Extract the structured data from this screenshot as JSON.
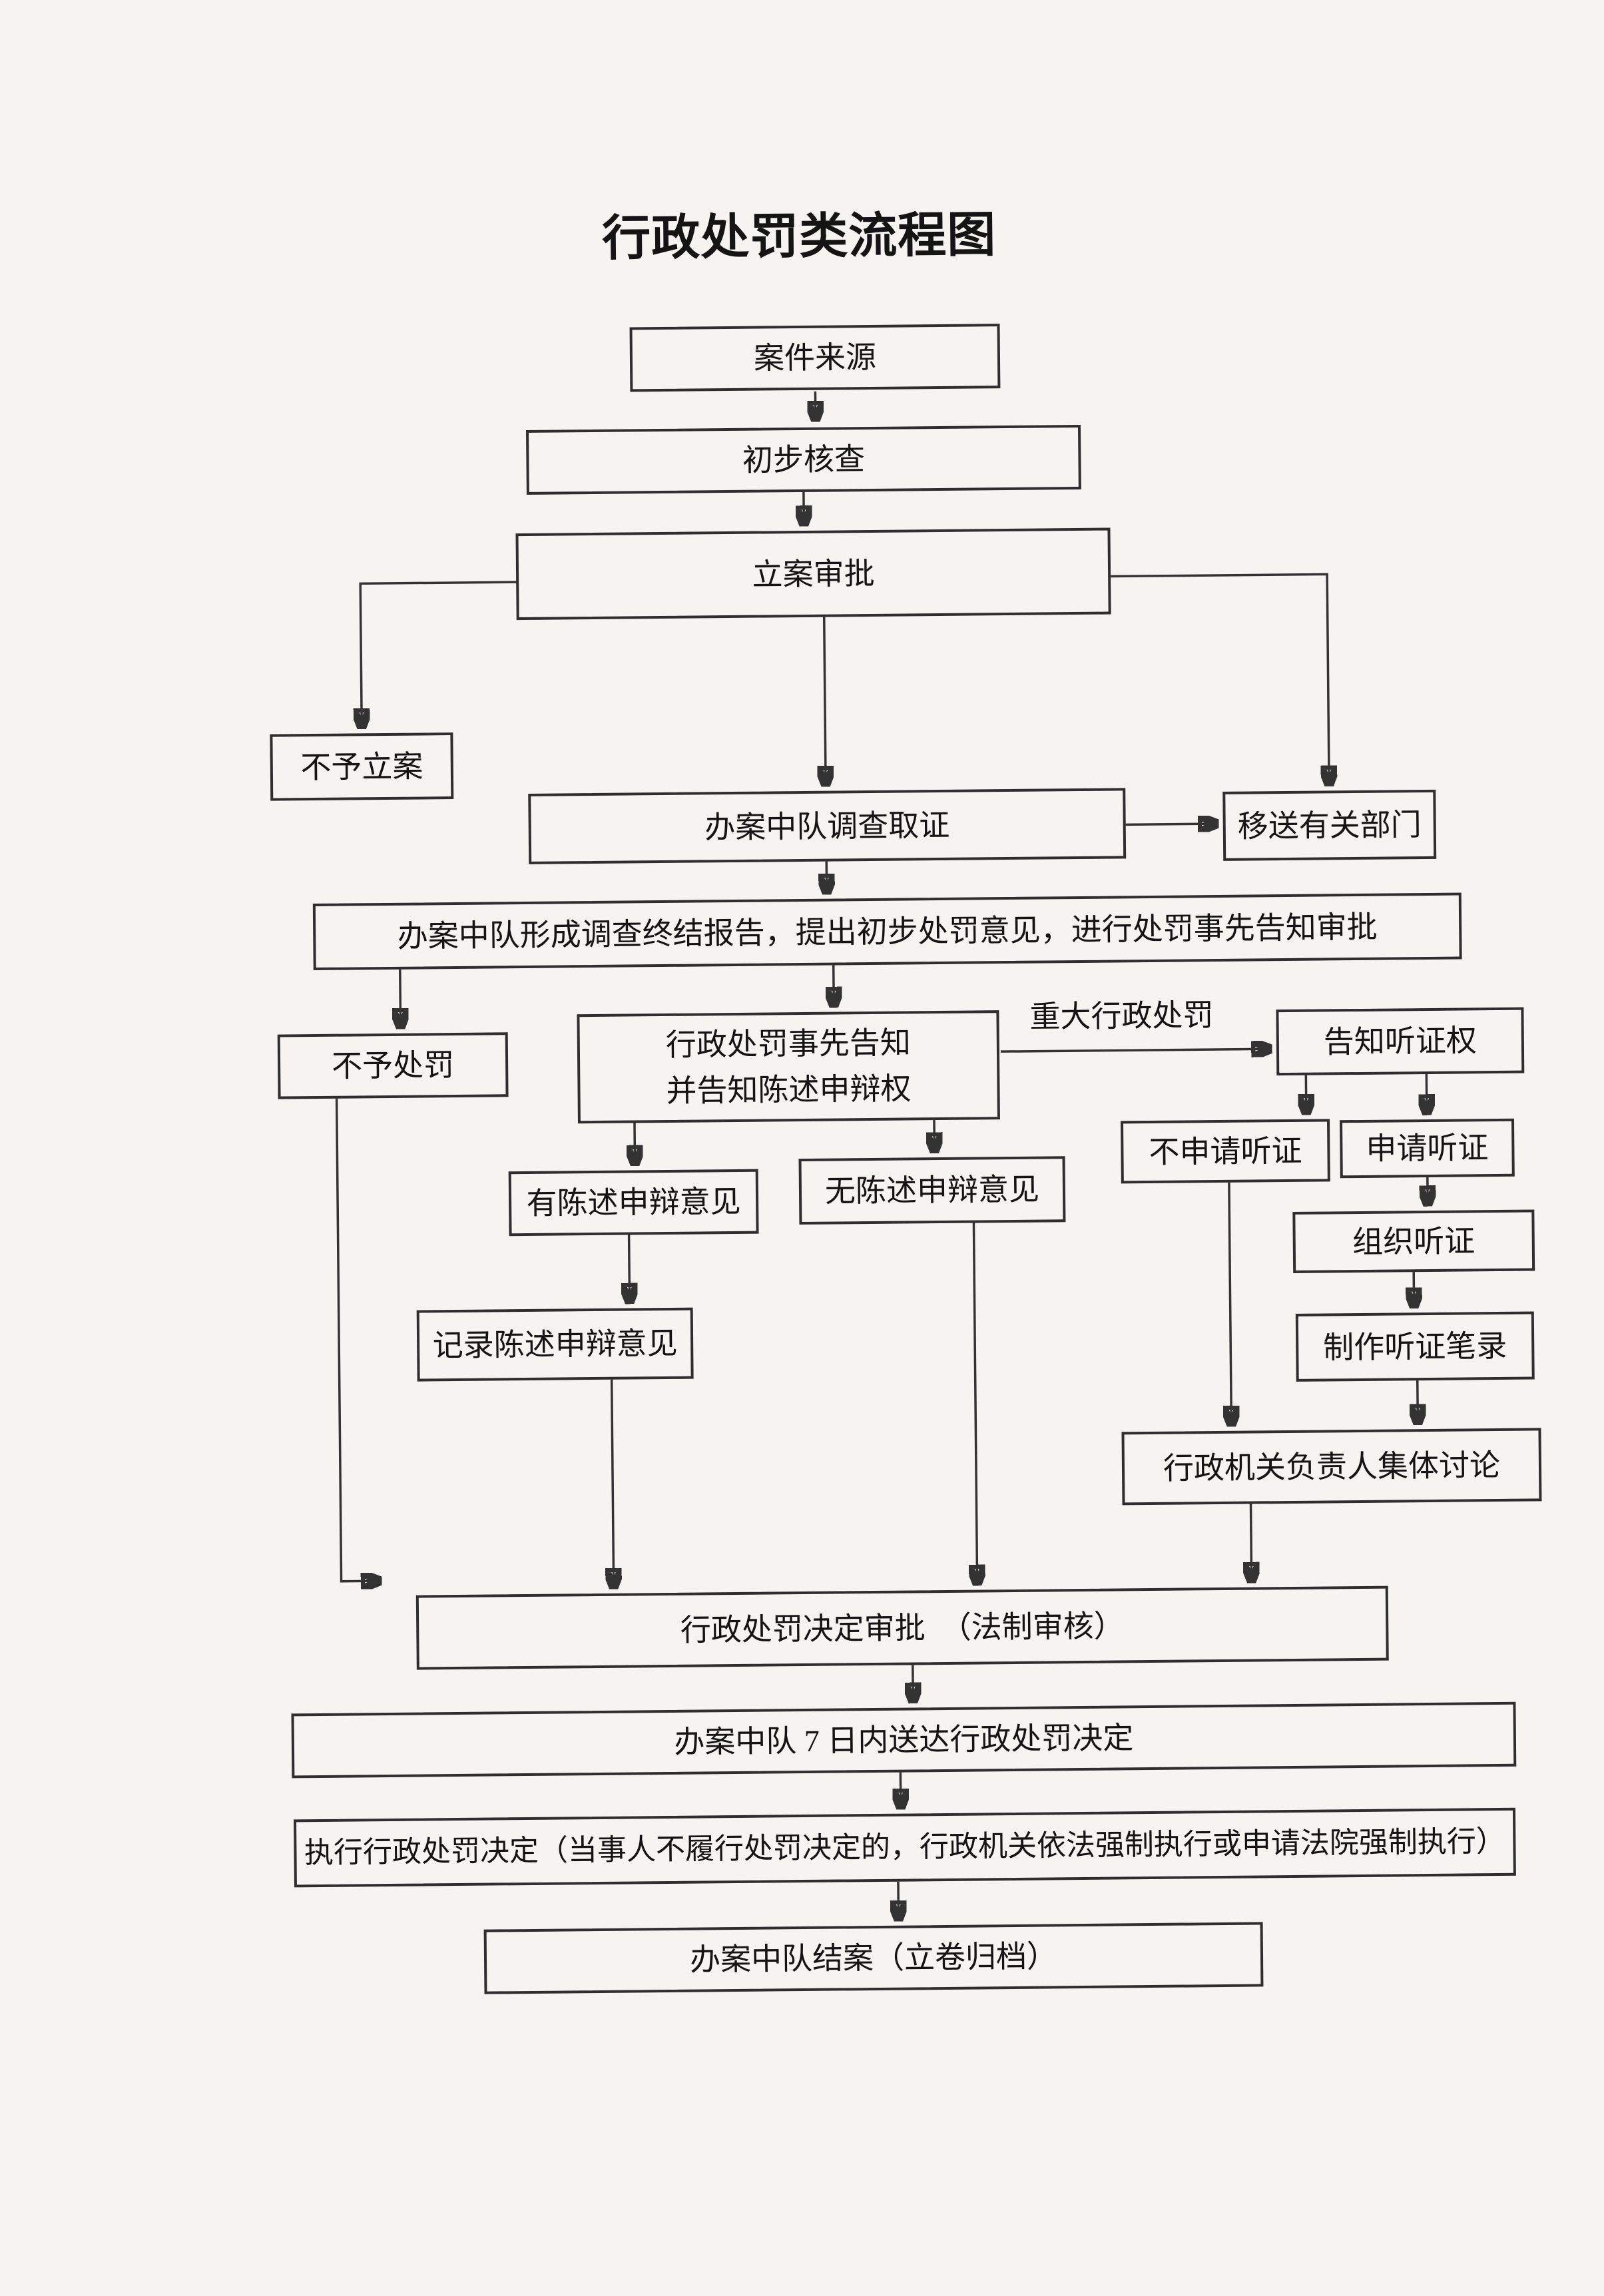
{
  "page": {
    "title": "行政处罚类流程图",
    "background_color": "#f5f4f0",
    "line_color": "#333333",
    "diagram_type": "flowchart"
  },
  "flowchart": {
    "nodes": [
      {
        "id": "case-source",
        "label": "案件来源"
      },
      {
        "id": "preliminary-check",
        "label": "初步核查"
      },
      {
        "id": "case-filing-approval",
        "label": "立案审批"
      },
      {
        "id": "no-case-filing",
        "label": "不予立案"
      },
      {
        "id": "investigation",
        "label": "办案中队调查取证"
      },
      {
        "id": "transfer-departments",
        "label": "移送有关部门"
      },
      {
        "id": "investigation-report",
        "label": "办案中队形成调查终结报告，提出初步处罚意见，进行处罚事先告知审批"
      },
      {
        "id": "no-penalty",
        "label": "不予处罚"
      },
      {
        "id": "prior-notification",
        "label": "行政处罚事先告知",
        "label2": "并告知陈述申辩权"
      },
      {
        "id": "hearing-rights-notice",
        "label": "告知听证权"
      },
      {
        "id": "has-statement",
        "label": "有陈述申辩意见"
      },
      {
        "id": "no-statement",
        "label": "无陈述申辩意见"
      },
      {
        "id": "no-hearing-request",
        "label": "不申请听证"
      },
      {
        "id": "hearing-request",
        "label": "申请听证"
      },
      {
        "id": "organize-hearing",
        "label": "组织听证"
      },
      {
        "id": "hearing-transcript",
        "label": "制作听证笔录"
      },
      {
        "id": "record-statement",
        "label": "记录陈述申辩意见"
      },
      {
        "id": "collective-discussion",
        "label": "行政机关负责人集体讨论"
      },
      {
        "id": "decision-approval",
        "label": "行政处罚决定审批　（法制审核）"
      },
      {
        "id": "deliver-decision",
        "label": "办案中队 7 日内送达行政处罚决定"
      },
      {
        "id": "execute-decision",
        "label": "执行行政处罚决定（当事人不履行处罚决定的，行政机关依法强制执行或申请法院强制执行）"
      },
      {
        "id": "case-closure",
        "label": "办案中队结案（立卷归档）"
      }
    ],
    "edge_labels": [
      {
        "id": "major-penalty",
        "label": "重大行政处罚"
      }
    ]
  }
}
